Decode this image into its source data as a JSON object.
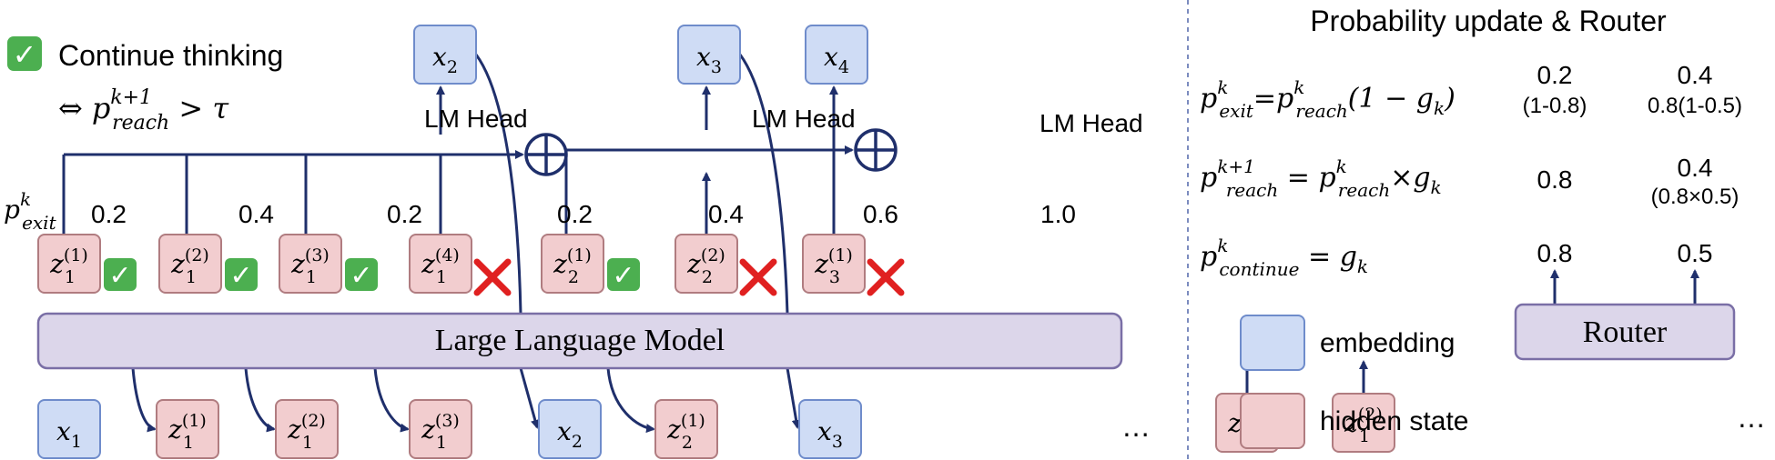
{
  "legend_top": {
    "check_glyph": "✓",
    "continue_label": "Continue thinking",
    "condition_prefix": "⇔",
    "condition_p": "p",
    "condition_sup": "k+1",
    "condition_sub": "reach",
    "condition_rest": " > τ"
  },
  "lm_heads": [
    "LM Head",
    "LM Head",
    "LM Head"
  ],
  "model_label": "Large Language Model",
  "router_label": "Router",
  "p_exit": {
    "base": "p",
    "sup": "k",
    "sub": "exit"
  },
  "embeddings": {
    "top": [
      {
        "base": "x",
        "sub": "2"
      },
      {
        "base": "x",
        "sub": "3"
      },
      {
        "base": "x",
        "sub": "4"
      }
    ],
    "bottom": [
      {
        "base": "x",
        "sub": "1"
      },
      {
        "base": "x",
        "sub": "2"
      },
      {
        "base": "x",
        "sub": "3"
      }
    ]
  },
  "hidden_states": {
    "top": [
      {
        "base": "z",
        "sub": "1",
        "sup": "(1)",
        "prob": "0.2",
        "status": "continue"
      },
      {
        "base": "z",
        "sub": "1",
        "sup": "(2)",
        "prob": "0.4",
        "status": "continue"
      },
      {
        "base": "z",
        "sub": "1",
        "sup": "(3)",
        "prob": "0.2",
        "status": "continue"
      },
      {
        "base": "z",
        "sub": "1",
        "sup": "(4)",
        "prob": "0.2",
        "status": "stop"
      },
      {
        "base": "z",
        "sub": "2",
        "sup": "(1)",
        "prob": "0.4",
        "status": "continue"
      },
      {
        "base": "z",
        "sub": "2",
        "sup": "(2)",
        "prob": "0.6",
        "status": "stop"
      },
      {
        "base": "z",
        "sub": "3",
        "sup": "(1)",
        "prob": "1.0",
        "status": "stop"
      }
    ],
    "bottom": [
      {
        "base": "z",
        "sub": "1",
        "sup": "(1)"
      },
      {
        "base": "z",
        "sub": "1",
        "sup": "(2)"
      },
      {
        "base": "z",
        "sub": "1",
        "sup": "(3)"
      },
      {
        "base": "z",
        "sub": "2",
        "sup": "(1)"
      }
    ],
    "router_inputs": [
      {
        "base": "z",
        "sub": "1",
        "sup": "(1)"
      },
      {
        "base": "z",
        "sub": "1",
        "sup": "(2)"
      }
    ]
  },
  "ellipsis": [
    "…",
    "…"
  ],
  "right_panel": {
    "title": "Probability update & Router",
    "eq1": {
      "lhs_base": "p",
      "lhs_sup": "k",
      "lhs_sub": "exit",
      "eq": "=",
      "rhs_base": "p",
      "rhs_sup": "k",
      "rhs_sub": "reach",
      "rhs_rest": "(1 − g",
      "rhs_g_sub": "k",
      "rhs_close": ")"
    },
    "eq2": {
      "lhs_base": "p",
      "lhs_sup": "k+1",
      "lhs_sub": "reach",
      "eq": " = ",
      "rhs_base": "p",
      "rhs_sup": "k",
      "rhs_sub": "reach",
      "rhs_rest": "×g",
      "rhs_g_sub": "k"
    },
    "eq3": {
      "lhs_base": "p",
      "lhs_sup": "k",
      "lhs_sub": "continue",
      "eq": " = g",
      "rhs_g_sub": "k"
    },
    "col1": {
      "v1": "0.2",
      "v1_note": "(1-0.8)",
      "v2": "0.8",
      "v3": "0.8"
    },
    "col2": {
      "v1": "0.4",
      "v1_note": "0.8(1-0.5)",
      "v2": "0.4",
      "v2_note": "(0.8×0.5)",
      "v3": "0.5"
    },
    "legend": [
      {
        "label": "embedding"
      },
      {
        "label": "hidden state"
      }
    ]
  },
  "colors": {
    "embedding_fill": "#cfdcf5",
    "embedding_stroke": "#6f8ccb",
    "hidden_fill": "#f2cdcf",
    "hidden_stroke": "#b07c80",
    "model_fill": "#dcd6ea",
    "model_stroke": "#7a6fa6",
    "arrow": "#1f2f6b",
    "check_fill": "#4caf50",
    "cross": "#e02020",
    "divider": "#7c8cbf"
  }
}
